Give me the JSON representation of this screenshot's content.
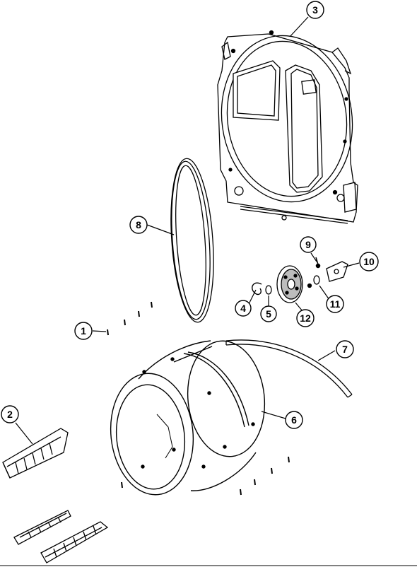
{
  "callouts": [
    {
      "id": "c1",
      "label": "1"
    },
    {
      "id": "c2",
      "label": "2"
    },
    {
      "id": "c3",
      "label": "3"
    },
    {
      "id": "c4",
      "label": "4"
    },
    {
      "id": "c5",
      "label": "5"
    },
    {
      "id": "c6",
      "label": "6"
    },
    {
      "id": "c7",
      "label": "7"
    },
    {
      "id": "c8",
      "label": "8"
    },
    {
      "id": "c9",
      "label": "9"
    },
    {
      "id": "c10",
      "label": "10"
    },
    {
      "id": "c11",
      "label": "11"
    },
    {
      "id": "c12",
      "label": "12"
    }
  ],
  "colors": {
    "line": "#000000",
    "background": "#ffffff",
    "shade": "#cfcfcf"
  }
}
